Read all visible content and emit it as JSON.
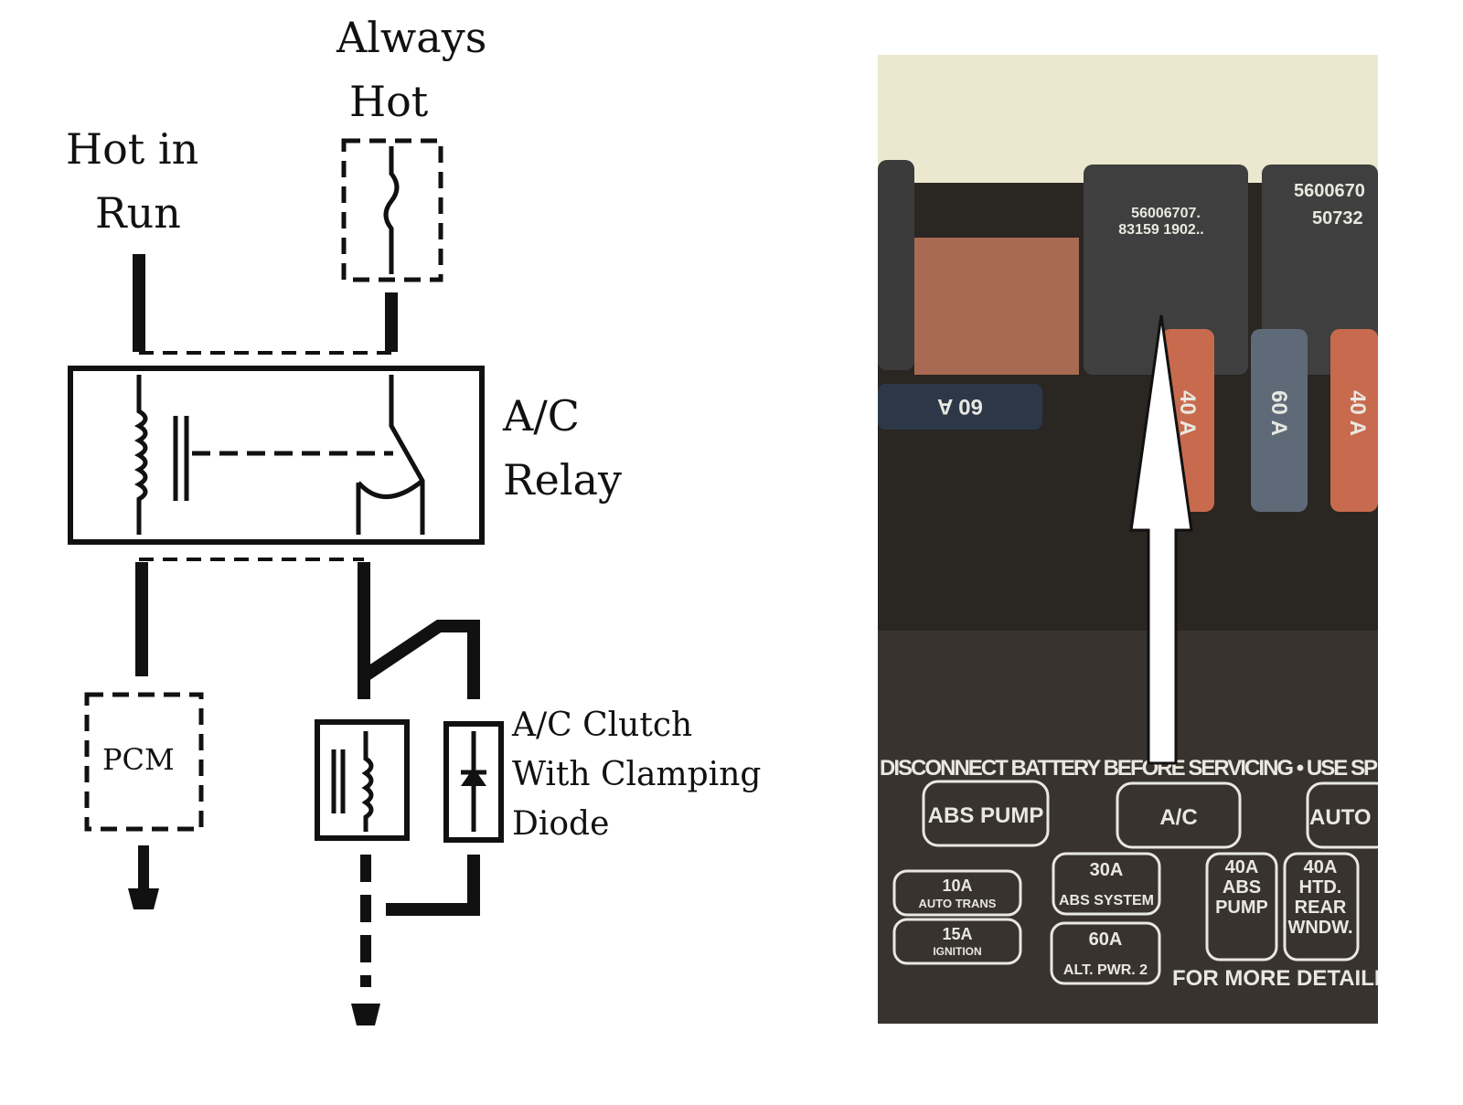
{
  "diagram": {
    "labels": {
      "always_hot_1": "Always",
      "always_hot_2": "Hot",
      "hot_in_run_1": "Hot in",
      "hot_in_run_2": "Run",
      "relay_1": "A/C",
      "relay_2": "Relay",
      "pcm": "PCM",
      "clutch_1": "A/C Clutch",
      "clutch_2": "With Clamping",
      "clutch_3": "Diode"
    }
  },
  "photo": {
    "relay_1_code": [
      "56006707.",
      "83159 1902.."
    ],
    "relay_2_code": [
      "5600670",
      "50732"
    ],
    "fuses": [
      "60 A",
      "40 A",
      "60 A",
      "40 A"
    ],
    "panel": {
      "warning": "DISCONNECT BATTERY BEFORE SERVICING • USE SP",
      "slots": [
        "ABS PUMP",
        "A/C",
        "AUTO SH"
      ],
      "small": [
        {
          "amp": "10A",
          "name": "AUTO TRANS"
        },
        {
          "amp": "15A",
          "name": "IGNITION"
        },
        {
          "amp": "30A",
          "name": "ABS SYSTEM"
        },
        {
          "amp": "60A",
          "name": "ALT. PWR. 2"
        }
      ],
      "tall": [
        [
          "40A",
          "ABS",
          "PUMP"
        ],
        [
          "40A",
          "HTD.",
          "REAR",
          "WNDW."
        ]
      ],
      "footer": "FOR MORE DETAILED I"
    },
    "arrow_color": "#ffffff"
  }
}
